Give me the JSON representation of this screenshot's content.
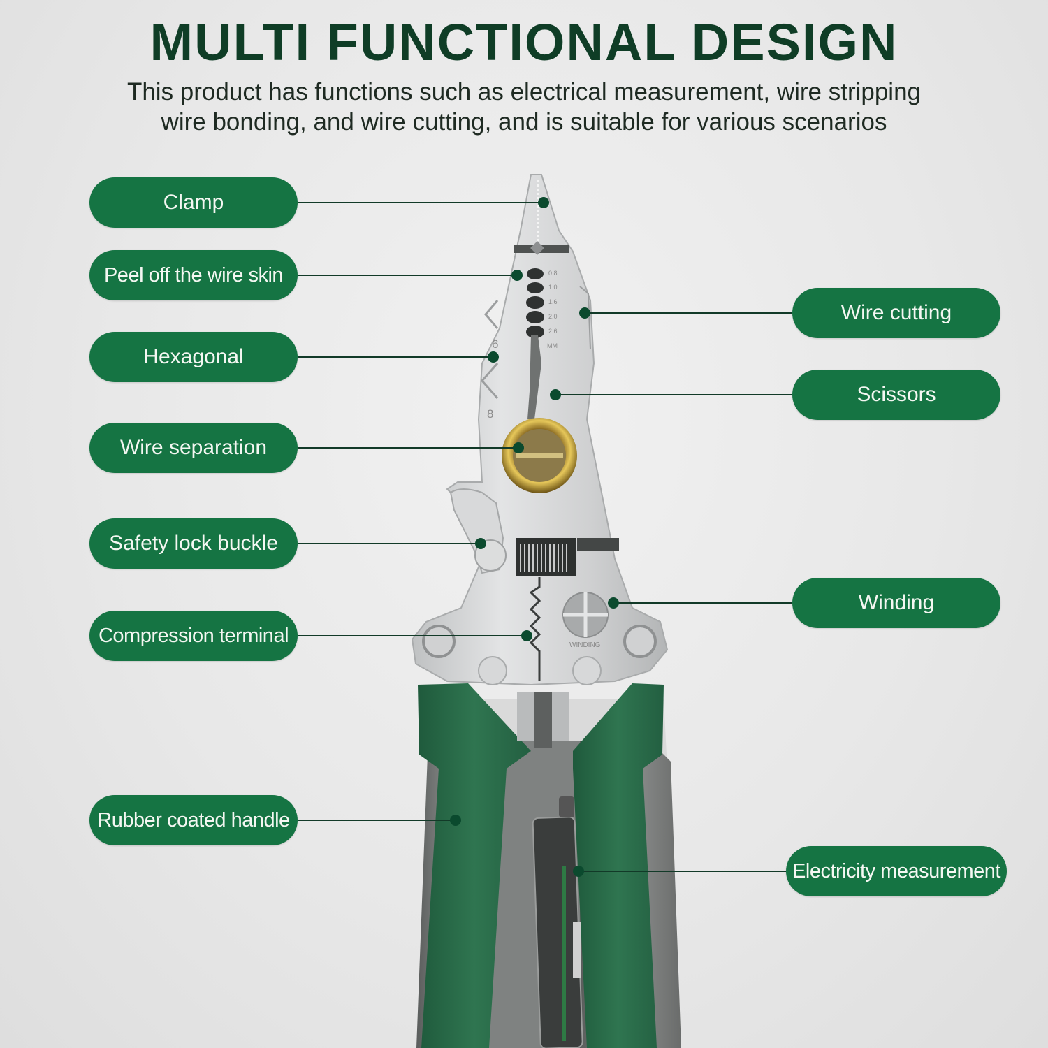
{
  "header": {
    "title": "MULTI FUNCTIONAL DESIGN",
    "subtitle_line1": "This product has functions such as electrical measurement, wire stripping",
    "subtitle_line2": "wire bonding, and wire cutting, and is suitable for various scenarios"
  },
  "labels_left": [
    {
      "label": "Clamp"
    },
    {
      "label": "Peel off the wire skin"
    },
    {
      "label": "Hexagonal"
    },
    {
      "label": "Wire separation"
    },
    {
      "label": "Safety lock buckle"
    },
    {
      "label": "Compression terminal"
    },
    {
      "label": "Rubber coated handle"
    }
  ],
  "labels_right": [
    {
      "label": "Wire cutting"
    },
    {
      "label": "Scissors"
    },
    {
      "label": "Winding"
    },
    {
      "label": "Electricity measurement"
    }
  ],
  "tool_markings": {
    "gauge_sizes": [
      "0.8",
      "1.0",
      "1.6",
      "2.0",
      "2.6"
    ],
    "gauge_unit": "MM",
    "hex_size_small": "6",
    "hex_size_large": "8",
    "winding_text": "WINDING"
  },
  "colors": {
    "title": "#0f3d26",
    "pill_bg": "#157443",
    "pill_text": "#f4f7f2",
    "connector": "#123a28",
    "dot": "#0b4a2e",
    "handle": "#2a6b4a"
  }
}
